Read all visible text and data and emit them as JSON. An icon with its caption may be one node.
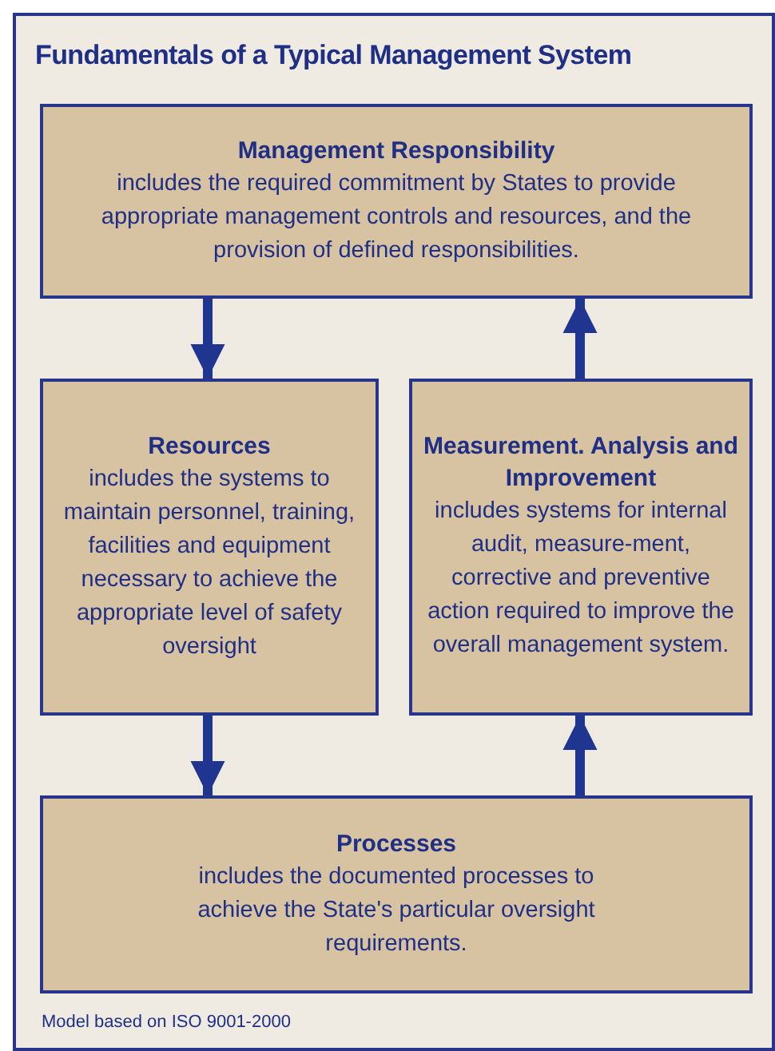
{
  "diagram": {
    "title": "Fundamentals of a Typical Management System",
    "nodes": [
      {
        "text": [
          "Management Responsibility",
          "includes the required commitment by States to provide appropriate management controls and resources, and the provision of defined responsibilities."
        ]
      },
      {
        "text": [
          "Resources",
          "includes the systems to maintain personnel, training, facilities and equipment necessary to achieve the appropriate level of safety oversight"
        ]
      },
      {
        "text": [
          "Measurement. Analysis and Improvement",
          "includes systems for internal audit, measure-ment, corrective and preventive action required to improve the overall management system."
        ]
      },
      {
        "text": [
          "Processes",
          "includes the documented processes to achieve the State's particular oversight requirements."
        ]
      }
    ],
    "edges": [
      {
        "from": 0,
        "to": 1,
        "arrow": "to"
      },
      {
        "from": 1,
        "to": 3,
        "arrow": "to"
      },
      {
        "from": 3,
        "to": 2,
        "arrow": "to"
      },
      {
        "from": 2,
        "to": 0,
        "arrow": "to"
      }
    ],
    "labels": [
      "Model based on ISO 9001-2000"
    ]
  }
}
